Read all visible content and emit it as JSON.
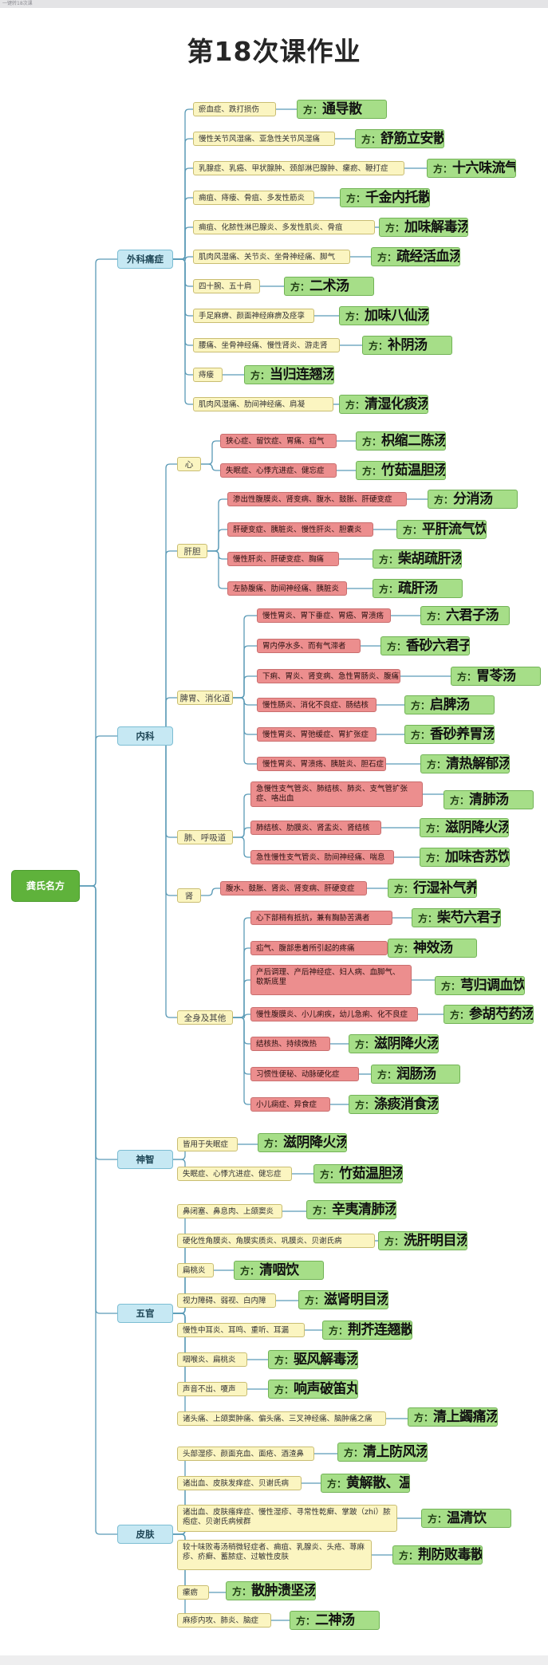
{
  "window": {
    "topbar_text": "一键转18次课"
  },
  "title": "第18次课作业",
  "root": "龚氏名方",
  "fang_prefix": "方：",
  "categories": [
    {
      "name": "外科痛症",
      "items": [
        {
          "text": "瘀血症、跌打损伤",
          "formula": "通导散"
        },
        {
          "text": "慢性关节风湿痛、亚急性关节风湿痛",
          "formula": "舒筋立安散"
        },
        {
          "text": "乳腺症、乳癌、甲状腺肿、颈部淋巴腺肿、瘰疬、鞭打症",
          "formula": "十六味流气饮"
        },
        {
          "text": "痈疽、痔瘘、骨疽、多发性筋炎",
          "formula": "千金内托散"
        },
        {
          "text": "痈疽、化脓性淋巴腺炎、多发性肌炎、骨疽",
          "formula": "加味解毒汤"
        },
        {
          "text": "肌肉风湿痛、关节炎、坐骨神经痛、脚气",
          "formula": "疏经活血汤"
        },
        {
          "text": "四十腕、五十肩",
          "formula": "二术汤"
        },
        {
          "text": "手足麻痹、颜面神经麻痹及痉挛",
          "formula": "加味八仙汤"
        },
        {
          "text": "腰痛、坐骨神经痛、慢性肾炎、游走肾",
          "formula": "补阴汤"
        },
        {
          "text": "痔瘘",
          "formula": "当归连翘汤"
        },
        {
          "text": "肌肉风湿痛、肋间神经痛、肩凝",
          "formula": "清湿化痰汤"
        }
      ]
    },
    {
      "name": "内科",
      "subs": [
        {
          "name": "心",
          "items": [
            {
              "text": "狭心症、留饮症、胃痛、疝气",
              "formula": "枳缩二陈汤"
            },
            {
              "text": "失眠症、心悸亢进症、健忘症",
              "formula": "竹茹温胆汤"
            }
          ]
        },
        {
          "name": "肝胆",
          "items": [
            {
              "text": "渗出性腹膜炎、肾变病、腹水、鼓胀、肝硬变症",
              "formula": "分消汤"
            },
            {
              "text": "肝硬变症、胰脏炎、慢性肝炎、胆囊炎",
              "formula": "平肝流气饮"
            },
            {
              "text": "慢性肝炎、肝硬变症、胸痛",
              "formula": "柴胡疏肝汤"
            },
            {
              "text": "左胁腹痛、肋间神经痛、胰脏炎",
              "formula": "疏肝汤"
            }
          ]
        },
        {
          "name": "脾胃、消化道",
          "items": [
            {
              "text": "慢性胃炎、胃下垂症、胃癌、胃溃疡",
              "formula": "六君子汤"
            },
            {
              "text": "胃内停水多、而有气滞者",
              "formula": "香砂六君子汤"
            },
            {
              "text": "下痢、胃炎、肾变病、急性胃肠炎、腹痛下痢",
              "formula": "胃苓汤"
            },
            {
              "text": "慢性肠炎、消化不良症、肠结核",
              "formula": "启脾汤"
            },
            {
              "text": "慢性胃炎、胃弛缓症、胃扩张症",
              "formula": "香砂养胃汤"
            },
            {
              "text": "慢性胃炎、胃溃疡、胰脏炎、胆石症",
              "formula": "清热解郁汤"
            }
          ]
        },
        {
          "name": "肺、呼吸道",
          "items": [
            {
              "text": "急慢性支气管炎、肺结核、肺炎、支气管扩张症、咯出血",
              "formula": "清肺汤"
            },
            {
              "text": "肺结核、肋膜炎、肾盂炎、肾结核",
              "formula": "滋阴降火汤"
            },
            {
              "text": "急性慢性支气管炎、肋间神经痛、喘息",
              "formula": "加味杏苏饮"
            }
          ]
        },
        {
          "name": "肾",
          "items": [
            {
              "text": "腹水、鼓胀、肾炎、肾变病、肝硬变症",
              "formula": "行湿补气养血汤"
            }
          ]
        },
        {
          "name": "全身及其他",
          "items": [
            {
              "text": "心下部稍有抵抗，兼有胸胁苦满者",
              "formula": "柴芍六君子汤"
            },
            {
              "text": "疝气、腹部患着所引起的疼痛",
              "formula": "神效汤"
            },
            {
              "text": "产后调理、产后神经症、妇人病、血脚气、歇斯底里",
              "formula": "芎归调血饮"
            },
            {
              "text": "慢性腹膜炎、小儿痢疾，幼儿急痢、化不良症",
              "formula": "参胡芍药汤"
            },
            {
              "text": "结核热、持续微热",
              "formula": "滋阴降火汤"
            },
            {
              "text": "习惯性便秘、动脉硬化症",
              "formula": "润肠汤"
            },
            {
              "text": "小儿痫症、异食症",
              "formula": "涤痰消食汤"
            }
          ]
        }
      ]
    },
    {
      "name": "神智",
      "items": [
        {
          "text": "皆用于失眠症",
          "formula": "滋阴降火汤"
        },
        {
          "text": "失眠症、心悸亢进症、健忘症",
          "formula": "竹茹温胆汤"
        }
      ]
    },
    {
      "name": "五官",
      "items": [
        {
          "text": "鼻闭塞、鼻息肉、上颌窦炎",
          "formula": "辛夷清肺汤"
        },
        {
          "text": "硬化性角膜炎、角膜实质炎、巩膜炎、贝谢氏病",
          "formula": "洗肝明目汤"
        },
        {
          "text": "扁桃炎",
          "formula": "清咽饮"
        },
        {
          "text": "视力障碍、弱视、白内障",
          "formula": "滋肾明目汤"
        },
        {
          "text": "慢性中耳炎、耳鸣、重听、耳漏",
          "formula": "荆芥连翘散"
        },
        {
          "text": "咽喉炎、扁桃炎",
          "formula": "驱风解毒汤"
        },
        {
          "text": "声音不出、嗄声",
          "formula": "响声破笛丸"
        },
        {
          "text": "诸头痛、上颌窦肿痛、偏头痛、三叉神经痛、脑肿痛之痛",
          "formula": "清上蠲痛汤"
        }
      ]
    },
    {
      "name": "皮肤",
      "items": [
        {
          "text": "头部湿疹、颜面充血、面疮、酒渣鼻",
          "formula": "清上防风汤"
        },
        {
          "text": "诸出血、皮肤发痒症、贝谢氏病",
          "formula": "黄解散、温清饮"
        },
        {
          "text": "诸出血、皮肤瘙痒症、慢性湿疹、寻常性乾癣、掌跛（zhi）脓疱症、贝谢氏病候群",
          "formula": "温清饮"
        },
        {
          "text": "较十味败毒汤稍微轻症者、痈疽、乳腺炎、头疮、荨麻疹、疥癣、蓄脓症、过敏性皮肤",
          "formula": "荆防败毒散"
        },
        {
          "text": "瘰疬",
          "formula": "散肿溃坚汤"
        },
        {
          "text": "麻疹内攻、肺炎、脑症",
          "formula": "二神汤"
        }
      ]
    }
  ]
}
